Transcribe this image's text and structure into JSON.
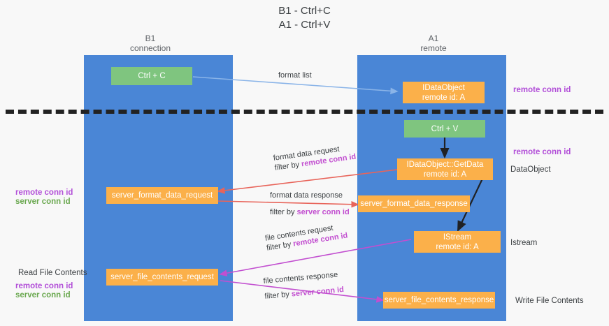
{
  "title": {
    "line1": "B1 - Ctrl+C",
    "line2": "A1 - Ctrl+V"
  },
  "columns": [
    {
      "name": "B1",
      "role": "connection"
    },
    {
      "name": "A1",
      "role": "remote"
    }
  ],
  "boxes": {
    "ctrl_c": "Ctrl + C",
    "ctrl_v": "Ctrl + V",
    "idataobject_title": "IDataObject",
    "idataobject_sub": "remote id: A",
    "getdata_title": "IDataObject::GetData",
    "getdata_sub": "remote id: A",
    "istream_title": "IStream",
    "istream_sub": "remote id: A",
    "server_format_data_request": "server_format_data_request",
    "server_format_data_response": "server_format_data_response",
    "server_file_contents_request": "server_file_contents_request",
    "server_file_contents_response": "server_file_contents_response"
  },
  "right_labels": {
    "remote_conn_id_top": "remote conn id",
    "remote_conn_id_mid": "remote conn id",
    "dataobject": "DataObject",
    "istream": "Istream",
    "write_file_contents": "Write File Contents"
  },
  "left_labels": {
    "remote_conn_id": "remote conn id",
    "server_conn_id": "server conn id",
    "read_file_contents": "Read File Contents",
    "remote_conn_id_2": "remote conn id",
    "server_conn_id_2": "server conn id"
  },
  "edges": {
    "format_list": "format list",
    "format_data_request": "format data request",
    "format_data_request_filter_prefix": "filter by ",
    "format_data_request_filter_key": "remote conn id",
    "format_data_response": "format data response",
    "format_data_response_filter_prefix": "filter by ",
    "format_data_response_filter_key": "server conn id",
    "file_contents_request": "file contents request",
    "file_contents_request_filter_prefix": "filter by ",
    "file_contents_request_filter_key": "remote conn id",
    "file_contents_response": "file contents response",
    "file_contents_response_filter_prefix": "filter by ",
    "file_contents_response_filter_key": "server conn id"
  },
  "colors": {
    "lane": "#4a86d6",
    "box_orange": "#fbb04a",
    "box_green": "#7fc57f",
    "arrow_blue": "#8ab4e8",
    "arrow_red": "#e8645a",
    "arrow_black": "#202124",
    "arrow_magenta": "#c24fd0",
    "purple_text": "#b24fd8",
    "green_text": "#6aa84f"
  }
}
